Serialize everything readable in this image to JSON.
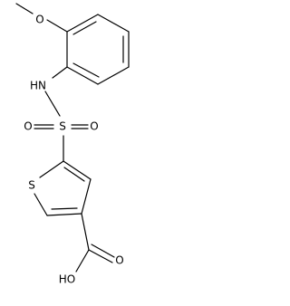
{
  "molecule": {
    "atoms": {
      "methoxy_o": "O",
      "nh": "HN",
      "sulfonyl_s": "S",
      "sulfonyl_o_left": "O",
      "sulfonyl_o_right": "O",
      "thiophene_s": "S",
      "carbonyl_o": "O",
      "hydroxyl": "HO"
    }
  }
}
